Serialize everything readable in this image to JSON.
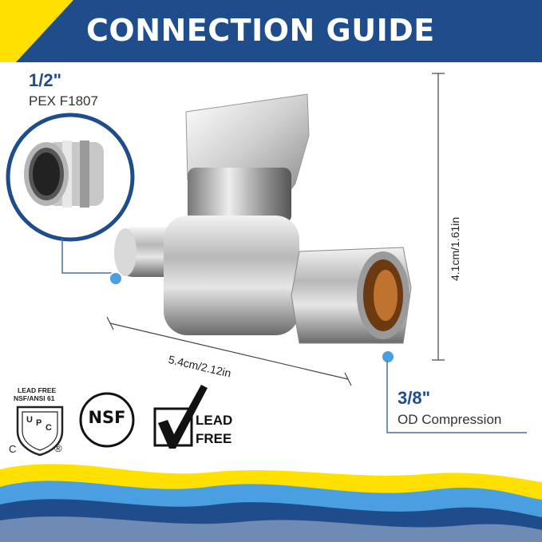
{
  "banner": {
    "title": "CONNECTION GUIDE"
  },
  "inlet": {
    "size": "1/2\"",
    "type": "PEX F1807"
  },
  "outlet": {
    "size": "3/8\"",
    "type": "OD Compression"
  },
  "dimensions": {
    "width": "5.4cm/2.12in",
    "height": "4.1cm/1.61in"
  },
  "certifications": {
    "lead_free_label": "LEAD FREE",
    "nsf_standard": "NSF/ANSI 61",
    "upc": [
      "U",
      "P",
      "C"
    ],
    "upc_c": "C",
    "registered": "®",
    "nsf": "NSF",
    "lead_free_badge": [
      "LEAD",
      "FREE"
    ]
  },
  "colors": {
    "brand_blue": "#1f4d8c",
    "accent_yellow": "#ffe000",
    "light_blue": "#4a9fe0"
  }
}
